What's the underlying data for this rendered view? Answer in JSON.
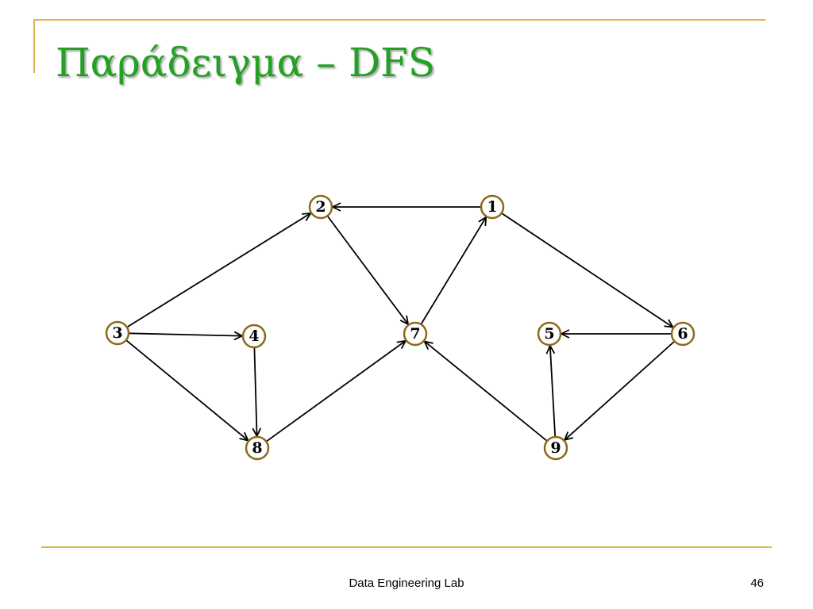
{
  "slide": {
    "title": "Παράδειγμα – DFS",
    "footer": "Data Engineering Lab",
    "page_number": "46"
  },
  "colors": {
    "title": "#24A024",
    "accent_line": "#E0B448",
    "node_border": "#8B6B1A",
    "edge": "#000000"
  },
  "graph": {
    "directed": true,
    "nodes": [
      {
        "id": "1",
        "label": "1"
      },
      {
        "id": "2",
        "label": "2"
      },
      {
        "id": "3",
        "label": "3"
      },
      {
        "id": "4",
        "label": "4"
      },
      {
        "id": "5",
        "label": "5"
      },
      {
        "id": "6",
        "label": "6"
      },
      {
        "id": "7",
        "label": "7"
      },
      {
        "id": "8",
        "label": "8"
      },
      {
        "id": "9",
        "label": "9"
      }
    ],
    "edges": [
      {
        "from": "1",
        "to": "2"
      },
      {
        "from": "1",
        "to": "6"
      },
      {
        "from": "2",
        "to": "7"
      },
      {
        "from": "3",
        "to": "2"
      },
      {
        "from": "3",
        "to": "4"
      },
      {
        "from": "3",
        "to": "8"
      },
      {
        "from": "4",
        "to": "8"
      },
      {
        "from": "8",
        "to": "7"
      },
      {
        "from": "7",
        "to": "1"
      },
      {
        "from": "6",
        "to": "5"
      },
      {
        "from": "6",
        "to": "9"
      },
      {
        "from": "9",
        "to": "5"
      },
      {
        "from": "9",
        "to": "7"
      }
    ]
  }
}
